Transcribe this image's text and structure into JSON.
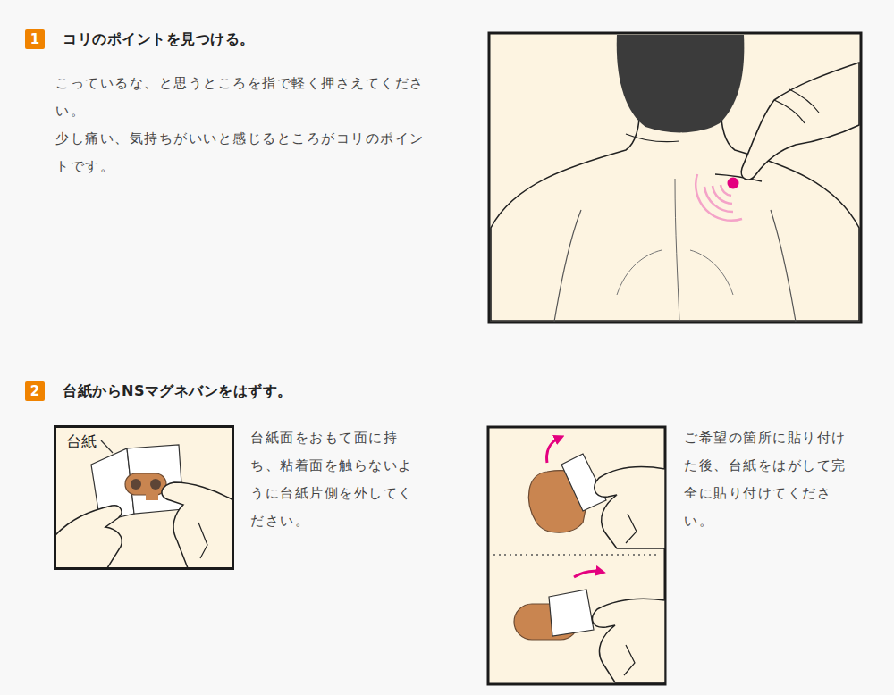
{
  "diagram": {
    "nodes": [
      {
        "text": [
          "1"
        ]
      },
      {
        "text": [
          "2"
        ]
      },
      {
        "text": [
          "台紙"
        ]
      }
    ],
    "labels": [
      "コリのポイントを見つける。",
      "こっているな、と思うところを指で軽く押さえてください。",
      "少し痛い、気持ちがいいと感じるところがコリのポイントです。",
      "台紙からNSマグネバンをはずす。",
      "台紙面をおもて面に持ち、粘着面を触らないように台紙片側を外してください。",
      "ご希望の箇所に貼り付けた後、台紙をはがして完全に貼り付けてください。"
    ]
  }
}
